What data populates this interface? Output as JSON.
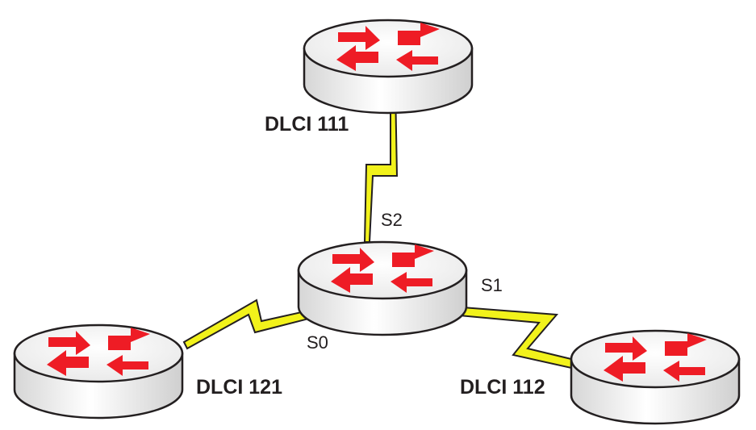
{
  "routers": [
    {
      "id": "router-top",
      "name": "router-top"
    },
    {
      "id": "router-center",
      "name": "router-center"
    },
    {
      "id": "router-left",
      "name": "router-left"
    },
    {
      "id": "router-right",
      "name": "router-right"
    }
  ],
  "labels": {
    "dlci_top": "DLCI 111",
    "dlci_left": "DLCI 121",
    "dlci_right": "DLCI 112",
    "port_s2": "S2",
    "port_s1": "S1",
    "port_s0": "S0"
  },
  "colors": {
    "link": "#f2f21b",
    "arrow": "#ee1c25",
    "outline": "#231f20",
    "router_top": "#f4f4f4",
    "router_side": "#e4e4e4"
  },
  "icons": [
    "router-icon",
    "serial-link-icon"
  ]
}
